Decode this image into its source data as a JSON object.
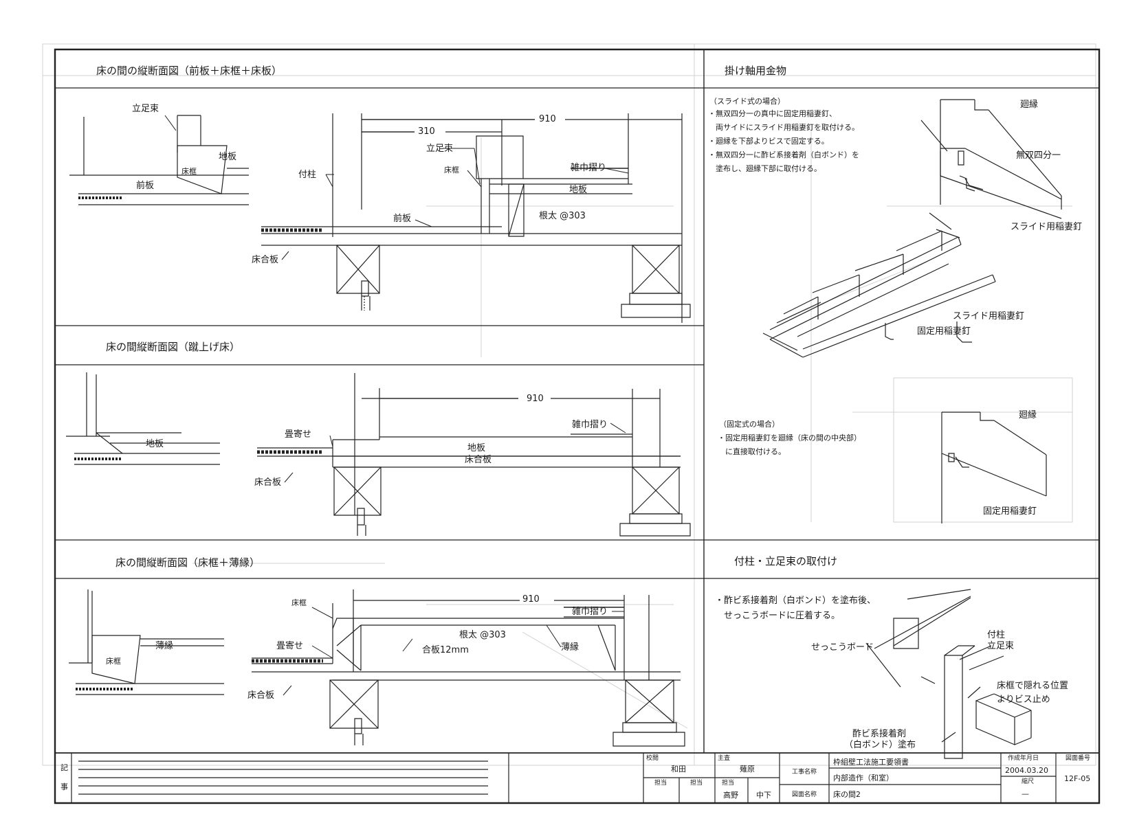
{
  "sections": {
    "sec1": {
      "title": "床の間の縦断面図（前板＋床框＋床板）",
      "left": {
        "tatsuashi": "立足束",
        "jiita": "地板",
        "tokogamachi": "床框",
        "maeita": "前板"
      },
      "main": {
        "dim_910": "910",
        "dim_310": "310",
        "tatsuashi": "立足束",
        "tsukebashira": "付柱",
        "tokogamachi": "床框",
        "zokinzuri": "雑巾摺り",
        "jiita": "地板",
        "maeita": "前板",
        "neda": "根太 @303",
        "yukagoban": "床合板"
      }
    },
    "sec2": {
      "title": "床の間縦断面図（蹴上げ床）",
      "left": {
        "jiita": "地板"
      },
      "main": {
        "dim_910": "910",
        "zokinzuri": "雑巾摺り",
        "tatamiyose": "畳寄せ",
        "jiita": "地板",
        "tokogoban": "床合板",
        "yukagoban": "床合板"
      }
    },
    "sec3": {
      "title": "床の間縦断面図（床框＋薄縁）",
      "left": {
        "usuberi": "薄縁",
        "tokogamachi": "床框"
      },
      "main": {
        "dim_910": "910",
        "tokogamachi": "床框",
        "zokinzuri": "雑巾摺り",
        "neda": "根太 @303",
        "tatamiyose": "畳寄せ",
        "goban": "合板12mm",
        "usuberi": "薄縁",
        "yukagoban": "床合板"
      }
    },
    "hardware": {
      "title": "掛け軸用金物",
      "slide_header": "（スライド式の場合）",
      "slide_notes": [
        "・無双四分一の真中に固定用稲妻釘、",
        "　両サイドにスライド用稲妻釘を取付ける。",
        "・廻縁を下部よりビスで固定する。",
        "・無双四分一に酢ビ系接着剤（白ボンド）を",
        "　塗布し、廻縁下部に取付ける。"
      ],
      "mawaribuchi": "廻縁",
      "muso": "無双四分一",
      "slide_nail": "スライド用稲妻釘",
      "slide_nail_2": "スライド用稲妻釘",
      "fixed_nail_2": "固定用稲妻釘",
      "fixed_header": "（固定式の場合）",
      "fixed_notes": [
        "・固定用稲妻釘を廻縁（床の間の中央部）",
        "　に直接取付ける。"
      ],
      "mawaribuchi_2": "廻縁",
      "fixed_nail": "固定用稲妻釘"
    },
    "attach": {
      "title": "付柱・立足束の取付け",
      "notes": [
        "・酢ビ系接着剤（白ボンド）を塗布後、",
        "　せっこうボードに圧着する。"
      ],
      "board": "せっこうボード",
      "tsukebashira": "付柱",
      "tatsuashi": "立足束",
      "screw_note_1": "床框で隠れる位置",
      "screw_note_2": "よりビス止め",
      "glue_1": "酢ビ系接着剤",
      "glue_2": "（白ボンド）塗布"
    }
  },
  "title_block": {
    "remarks_label_1": "記",
    "remarks_label_2": "事",
    "check_label": "校閲",
    "check_name": "和田",
    "chief_label": "主査",
    "chief_name": "薙原",
    "staff_label_1": "担当",
    "staff_label_2": "担当",
    "staff_label_3": "担当",
    "staff_name_1": "高野",
    "staff_name_2": "中下",
    "project_label": "工事名称",
    "project_1": "枠組壁工法施工要領書",
    "project_2": "内部造作（和室）",
    "drawing_label": "図面名称",
    "drawing_name": "床の間2",
    "date_label": "作成年月日",
    "date": "2004.03.20",
    "scale_label": "縮尺",
    "scale": "—",
    "number_label": "図面番号",
    "number": "12F-05"
  }
}
